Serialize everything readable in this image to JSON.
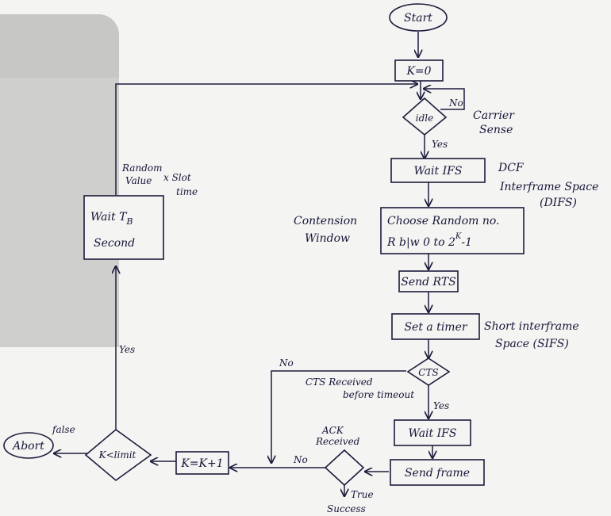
{
  "nodes": {
    "start": "Start",
    "k0": "K=0",
    "idle": "idle",
    "wait_ifs_1": "Wait IFS",
    "choose_l1": "Choose Random no.",
    "choose_l2": "R b|w 0 to 2",
    "choose_sup": "K",
    "choose_tail": "-1",
    "send_rts": "Send RTS",
    "set_timer": "Set a timer",
    "cts": "CTS",
    "wait_ifs_2": "Wait IFS",
    "send_frame": "Send frame",
    "ack_l1": "ACK",
    "ack_l2": "Received",
    "k_inc": "K=K+1",
    "k_limit": "K<limit",
    "abort": "Abort",
    "wait_tb_l1": "Wait T",
    "wait_tb_sub": "B",
    "wait_tb_l2": "Second"
  },
  "edges": {
    "no_idle": "No",
    "yes_idle": "Yes",
    "no_cts": "No",
    "cts_recv_l1": "CTS Received",
    "cts_recv_l2": "before timeout",
    "yes_cts": "Yes",
    "no_ack": "No",
    "true_ack": "True",
    "success": "Success",
    "false_limit": "false",
    "yes_limit": "Yes"
  },
  "notes": {
    "carrier_l1": "Carrier",
    "carrier_l2": "Sense",
    "dcf": "DCF",
    "difs_l1": "Interframe Space",
    "difs_l2": "(DIFS)",
    "contention_l1": "Contension",
    "contention_l2": "Window",
    "sifs_l1": "Short interframe",
    "sifs_l2": "Space (SIFS)",
    "random_l1": "Random",
    "random_l2": "Value",
    "random_x": "x Slot",
    "random_time": "time"
  }
}
